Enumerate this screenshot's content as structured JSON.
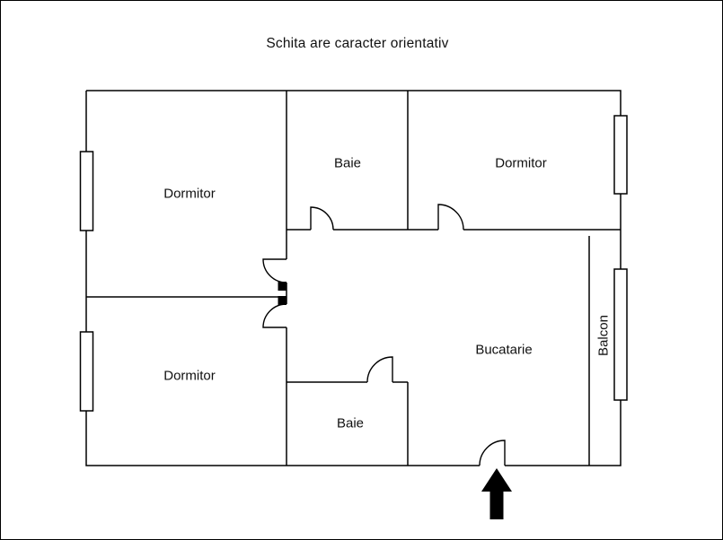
{
  "title": "Schita are caracter orientativ",
  "rooms": {
    "dormitor_top_left": "Dormitor",
    "baie_top": "Baie",
    "dormitor_top_right": "Dormitor",
    "dormitor_bottom_left": "Dormitor",
    "baie_bottom": "Baie",
    "bucatarie": "Bucatarie",
    "balcon": "Balcon"
  },
  "colors": {
    "wall": "#000000",
    "background": "#ffffff"
  }
}
